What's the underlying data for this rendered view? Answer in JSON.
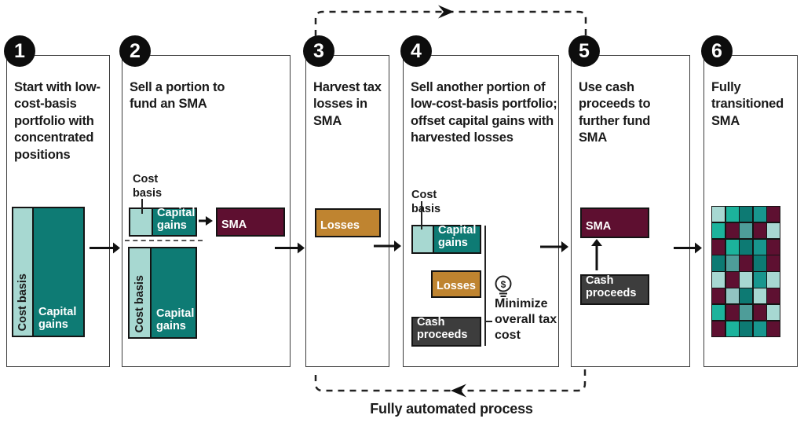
{
  "diagram": {
    "panels": [
      {
        "number": "1",
        "heading": "Start with low-cost-basis portfolio with concentrated positions"
      },
      {
        "number": "2",
        "heading": "Sell a portion to fund an SMA"
      },
      {
        "number": "3",
        "heading": "Harvest tax losses in SMA"
      },
      {
        "number": "4",
        "heading": "Sell another portion of low-cost-basis portfolio; offset capital gains with harvested losses"
      },
      {
        "number": "5",
        "heading": "Use cash proceeds to further fund SMA"
      },
      {
        "number": "6",
        "heading": "Fully transitioned SMA"
      }
    ],
    "labels": {
      "cost_basis": "Cost basis",
      "capital_gains": "Capital gains",
      "sma": "SMA",
      "losses": "Losses",
      "cash_proceeds": "Cash proceeds",
      "minimize_note": "Minimize overall tax cost",
      "footer": "Fully automated process",
      "dollar": "$"
    },
    "colors": {
      "light_teal": "#a7d8d1",
      "dark_teal": "#0e7b74",
      "maroon": "#5e0f30",
      "gold": "#bf8430",
      "dark_gray": "#3d3d3d",
      "ink": "#1a1a1a",
      "badge": "#0d0d0d",
      "panel_border": "#3c3c3c",
      "box_border": "#141414"
    },
    "mosaic": {
      "palette": {
        "L": "#a7d8d2",
        "G": "#1cb39c",
        "D": "#0d7a73",
        "T": "#18968e",
        "M": "#5e1031",
        "Y": "#4e9d99",
        "P": "#92c4c1"
      },
      "rows": [
        [
          "L",
          "G",
          "D",
          "T",
          "M"
        ],
        [
          "G",
          "M",
          "Y",
          "M",
          "L"
        ],
        [
          "M",
          "G",
          "D",
          "T",
          "M"
        ],
        [
          "D",
          "Y",
          "M",
          "D",
          "M"
        ],
        [
          "L",
          "M",
          "L",
          "T",
          "L"
        ],
        [
          "M",
          "P",
          "D",
          "L",
          "M"
        ],
        [
          "G",
          "M",
          "Y",
          "M",
          "L"
        ],
        [
          "M",
          "G",
          "D",
          "T",
          "M"
        ]
      ]
    }
  }
}
